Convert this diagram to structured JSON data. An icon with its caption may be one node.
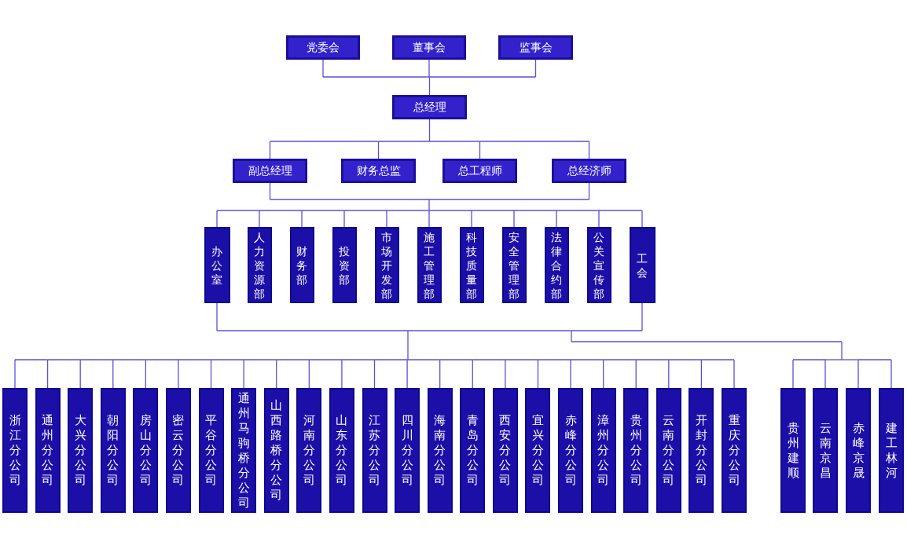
{
  "diagram": {
    "nodes": [
      {
        "text": [
          "党委会"
        ]
      },
      {
        "text": [
          "董事会"
        ]
      },
      {
        "text": [
          "监事会"
        ]
      },
      {
        "text": [
          "总经理"
        ]
      },
      {
        "text": [
          "副总经理"
        ]
      },
      {
        "text": [
          "财务总监"
        ]
      },
      {
        "text": [
          "总工程师"
        ]
      },
      {
        "text": [
          "总经济师"
        ]
      },
      {
        "text": [
          "办公室"
        ]
      },
      {
        "text": [
          "人力资源部"
        ]
      },
      {
        "text": [
          "财务部"
        ]
      },
      {
        "text": [
          "投资部"
        ]
      },
      {
        "text": [
          "市场开发部"
        ]
      },
      {
        "text": [
          "施工管理部"
        ]
      },
      {
        "text": [
          "科技质量部"
        ]
      },
      {
        "text": [
          "安全管理部"
        ]
      },
      {
        "text": [
          "法律合约部"
        ]
      },
      {
        "text": [
          "公关宣传部"
        ]
      },
      {
        "text": [
          "工会"
        ]
      },
      {
        "text": [
          "浙江分公司"
        ]
      },
      {
        "text": [
          "通州分公司"
        ]
      },
      {
        "text": [
          "大兴分公司"
        ]
      },
      {
        "text": [
          "朝阳分公司"
        ]
      },
      {
        "text": [
          "房山分公司"
        ]
      },
      {
        "text": [
          "密云分公司"
        ]
      },
      {
        "text": [
          "平谷分公司"
        ]
      },
      {
        "text": [
          "通州马驹桥分公司"
        ]
      },
      {
        "text": [
          "山西路桥分公司"
        ]
      },
      {
        "text": [
          "河南分公司"
        ]
      },
      {
        "text": [
          "山东分公司"
        ]
      },
      {
        "text": [
          "江苏分公司"
        ]
      },
      {
        "text": [
          "四川分公司"
        ]
      },
      {
        "text": [
          "海南分公司"
        ]
      },
      {
        "text": [
          "青岛分公司"
        ]
      },
      {
        "text": [
          "西安分公司"
        ]
      },
      {
        "text": [
          "宜兴分公司"
        ]
      },
      {
        "text": [
          "赤峰分公司"
        ]
      },
      {
        "text": [
          "漳州分公司"
        ]
      },
      {
        "text": [
          "贵州分公司"
        ]
      },
      {
        "text": [
          "云南分公司"
        ]
      },
      {
        "text": [
          "开封分公司"
        ]
      },
      {
        "text": [
          "重庆分公司"
        ]
      },
      {
        "text": [
          "贵州建顺"
        ]
      },
      {
        "text": [
          "云南京昌"
        ]
      },
      {
        "text": [
          "赤峰京晟"
        ]
      },
      {
        "text": [
          "建工林河"
        ]
      }
    ],
    "edges": [
      {
        "from": 0,
        "to": 3,
        "arrow": "none"
      },
      {
        "from": 1,
        "to": 3,
        "arrow": "none"
      },
      {
        "from": 2,
        "to": 3,
        "arrow": "none"
      },
      {
        "from": 3,
        "to": 4,
        "arrow": "none"
      },
      {
        "from": 3,
        "to": 5,
        "arrow": "none"
      },
      {
        "from": 3,
        "to": 6,
        "arrow": "none"
      },
      {
        "from": 3,
        "to": 7,
        "arrow": "none"
      },
      {
        "from": 4,
        "to": 8,
        "arrow": "none"
      },
      {
        "from": 4,
        "to": 9,
        "arrow": "none"
      },
      {
        "from": 4,
        "to": 10,
        "arrow": "none"
      },
      {
        "from": 4,
        "to": 11,
        "arrow": "none"
      },
      {
        "from": 4,
        "to": 12,
        "arrow": "none"
      },
      {
        "from": 4,
        "to": 13,
        "arrow": "none"
      },
      {
        "from": 4,
        "to": 14,
        "arrow": "none"
      },
      {
        "from": 4,
        "to": 15,
        "arrow": "none"
      },
      {
        "from": 4,
        "to": 16,
        "arrow": "none"
      },
      {
        "from": 4,
        "to": 17,
        "arrow": "none"
      },
      {
        "from": 4,
        "to": 18,
        "arrow": "none"
      },
      {
        "from": 7,
        "to": 8,
        "arrow": "none"
      },
      {
        "from": 7,
        "to": 9,
        "arrow": "none"
      },
      {
        "from": 7,
        "to": 10,
        "arrow": "none"
      },
      {
        "from": 7,
        "to": 11,
        "arrow": "none"
      },
      {
        "from": 7,
        "to": 12,
        "arrow": "none"
      },
      {
        "from": 7,
        "to": 13,
        "arrow": "none"
      },
      {
        "from": 7,
        "to": 14,
        "arrow": "none"
      },
      {
        "from": 7,
        "to": 15,
        "arrow": "none"
      },
      {
        "from": 7,
        "to": 16,
        "arrow": "none"
      },
      {
        "from": 7,
        "to": 17,
        "arrow": "none"
      },
      {
        "from": 7,
        "to": 18,
        "arrow": "none"
      },
      {
        "from": 8,
        "to": 19,
        "arrow": "none"
      },
      {
        "from": 8,
        "to": 20,
        "arrow": "none"
      },
      {
        "from": 8,
        "to": 21,
        "arrow": "none"
      },
      {
        "from": 8,
        "to": 22,
        "arrow": "none"
      },
      {
        "from": 8,
        "to": 23,
        "arrow": "none"
      },
      {
        "from": 8,
        "to": 24,
        "arrow": "none"
      },
      {
        "from": 8,
        "to": 25,
        "arrow": "none"
      },
      {
        "from": 8,
        "to": 26,
        "arrow": "none"
      },
      {
        "from": 8,
        "to": 27,
        "arrow": "none"
      },
      {
        "from": 8,
        "to": 28,
        "arrow": "none"
      },
      {
        "from": 8,
        "to": 29,
        "arrow": "none"
      },
      {
        "from": 8,
        "to": 30,
        "arrow": "none"
      },
      {
        "from": 8,
        "to": 31,
        "arrow": "none"
      },
      {
        "from": 8,
        "to": 32,
        "arrow": "none"
      },
      {
        "from": 8,
        "to": 33,
        "arrow": "none"
      },
      {
        "from": 8,
        "to": 34,
        "arrow": "none"
      },
      {
        "from": 8,
        "to": 35,
        "arrow": "none"
      },
      {
        "from": 8,
        "to": 36,
        "arrow": "none"
      },
      {
        "from": 8,
        "to": 37,
        "arrow": "none"
      },
      {
        "from": 8,
        "to": 38,
        "arrow": "none"
      },
      {
        "from": 8,
        "to": 39,
        "arrow": "none"
      },
      {
        "from": 8,
        "to": 40,
        "arrow": "none"
      },
      {
        "from": 8,
        "to": 41,
        "arrow": "none"
      },
      {
        "from": 8,
        "to": 42,
        "arrow": "none"
      },
      {
        "from": 8,
        "to": 43,
        "arrow": "none"
      },
      {
        "from": 8,
        "to": 44,
        "arrow": "none"
      },
      {
        "from": 8,
        "to": 45,
        "arrow": "none"
      },
      {
        "from": 18,
        "to": 19,
        "arrow": "none"
      },
      {
        "from": 18,
        "to": 20,
        "arrow": "none"
      },
      {
        "from": 18,
        "to": 21,
        "arrow": "none"
      },
      {
        "from": 18,
        "to": 22,
        "arrow": "none"
      },
      {
        "from": 18,
        "to": 23,
        "arrow": "none"
      },
      {
        "from": 18,
        "to": 24,
        "arrow": "none"
      },
      {
        "from": 18,
        "to": 25,
        "arrow": "none"
      },
      {
        "from": 18,
        "to": 26,
        "arrow": "none"
      },
      {
        "from": 18,
        "to": 27,
        "arrow": "none"
      },
      {
        "from": 18,
        "to": 28,
        "arrow": "none"
      },
      {
        "from": 18,
        "to": 29,
        "arrow": "none"
      },
      {
        "from": 18,
        "to": 30,
        "arrow": "none"
      },
      {
        "from": 18,
        "to": 31,
        "arrow": "none"
      },
      {
        "from": 18,
        "to": 32,
        "arrow": "none"
      },
      {
        "from": 18,
        "to": 33,
        "arrow": "none"
      },
      {
        "from": 18,
        "to": 34,
        "arrow": "none"
      },
      {
        "from": 18,
        "to": 35,
        "arrow": "none"
      },
      {
        "from": 18,
        "to": 36,
        "arrow": "none"
      },
      {
        "from": 18,
        "to": 37,
        "arrow": "none"
      },
      {
        "from": 18,
        "to": 38,
        "arrow": "none"
      },
      {
        "from": 18,
        "to": 39,
        "arrow": "none"
      },
      {
        "from": 18,
        "to": 40,
        "arrow": "none"
      },
      {
        "from": 18,
        "to": 41,
        "arrow": "none"
      },
      {
        "from": 18,
        "to": 42,
        "arrow": "none"
      },
      {
        "from": 18,
        "to": 43,
        "arrow": "none"
      },
      {
        "from": 18,
        "to": 44,
        "arrow": "none"
      },
      {
        "from": 18,
        "to": 45,
        "arrow": "none"
      }
    ]
  }
}
